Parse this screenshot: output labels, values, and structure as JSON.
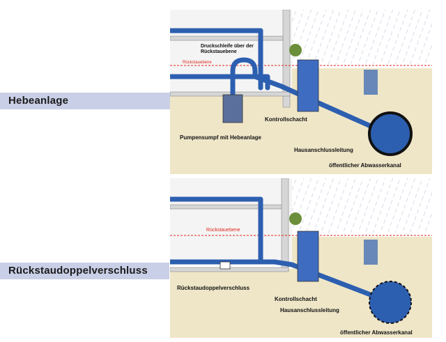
{
  "section1": {
    "title": "Hebeanlage",
    "labels": {
      "loop": "Druckschleife über der",
      "loop2": "Rückstauebene",
      "backflow": "Rückstauebene",
      "shaft": "Kontrollschacht",
      "pump": "Pumpensumpf mit Hebeanlage",
      "line": "Hausanschlussleitung",
      "sewer": "öffentlicher Abwasserkanal"
    }
  },
  "section2": {
    "title": "Rückstaudoppelverschluss",
    "labels": {
      "backflow": "Rückstauebene",
      "valve": "Rückstaudoppelverschluss",
      "shaft": "Kontrollschacht",
      "line": "Hausanschlussleitung",
      "sewer": "öffentlicher Abwasserkanal"
    }
  },
  "colors": {
    "band": "#c9cfe6",
    "ground": "#efe6c8",
    "pipe": "#2d5fb0",
    "wall": "#d6d6d6",
    "backflow_line": "#e0261b",
    "rain": "#b9c4d8"
  }
}
